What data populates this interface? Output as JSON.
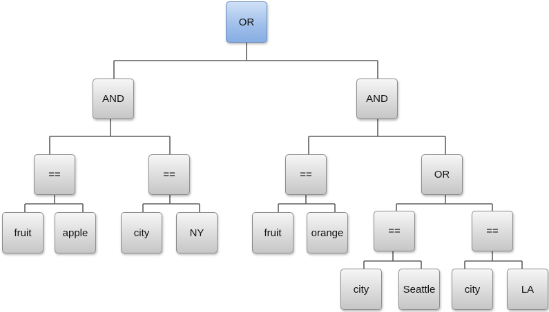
{
  "diagram": {
    "root": {
      "label": "OR",
      "children": [
        {
          "label": "AND",
          "children": [
            {
              "label": "==",
              "children": [
                {
                  "label": "fruit"
                },
                {
                  "label": "apple"
                }
              ]
            },
            {
              "label": "==",
              "children": [
                {
                  "label": "city"
                },
                {
                  "label": "NY"
                }
              ]
            }
          ]
        },
        {
          "label": "AND",
          "children": [
            {
              "label": "==",
              "children": [
                {
                  "label": "fruit"
                },
                {
                  "label": "orange"
                }
              ]
            },
            {
              "label": "OR",
              "children": [
                {
                  "label": "==",
                  "children": [
                    {
                      "label": "city"
                    },
                    {
                      "label": "Seattle"
                    }
                  ]
                },
                {
                  "label": "==",
                  "children": [
                    {
                      "label": "city"
                    },
                    {
                      "label": "LA"
                    }
                  ]
                }
              ]
            }
          ]
        }
      ]
    },
    "colors": {
      "root_fill": "#9ebee9",
      "node_fill": "#d9d9d9",
      "connector": "#5f5f5f"
    }
  }
}
